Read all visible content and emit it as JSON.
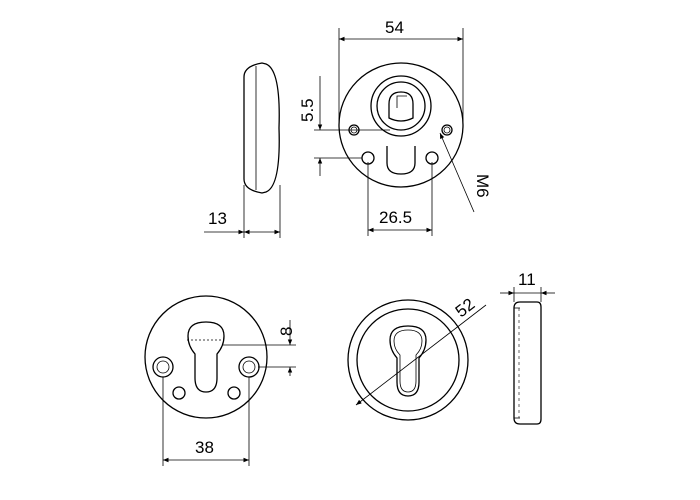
{
  "dimensions": {
    "top_width": "54",
    "top_side_thickness": "13",
    "top_screw_offset": "5.5",
    "top_screw_spacing": "26.5",
    "top_thread": "M6",
    "bottom_hole_spacing": "38",
    "bottom_cyl_offset": "8",
    "bottom_outer_diameter": "52",
    "bottom_cap_thickness": "11"
  }
}
